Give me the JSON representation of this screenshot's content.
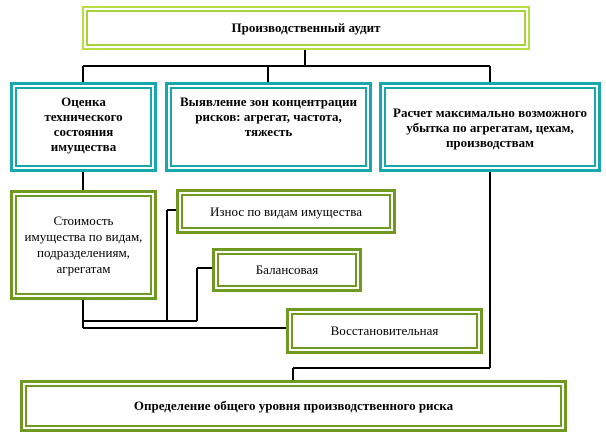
{
  "diagram": {
    "top": "Производственный аудит",
    "col1": "Оценка технического состояния имущества",
    "col2": "Выявление зон концентрации рисков: агрегат, частота, тяжесть",
    "col3": "Расчет максимально возможного убытка по агрегатам, цехам, производствам",
    "cost": "Стоимость имущества по видам, подразделениям, агрегатам",
    "wear": "Износ по видам имущества",
    "balance": "Балансовая",
    "restore": "Восстановительная",
    "bottom": "Определение общего уровня производственного риска"
  }
}
